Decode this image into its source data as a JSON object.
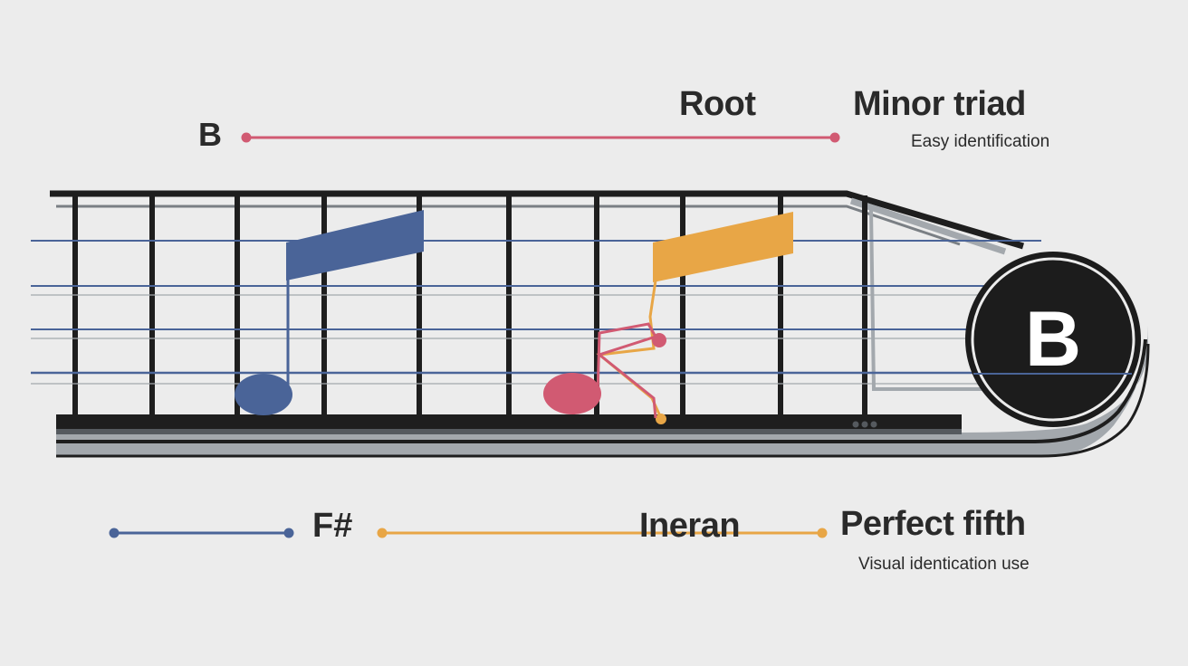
{
  "root_note": "B",
  "root_label": "Root",
  "triad_label": "Minor triad",
  "triad_note": "Easy identification",
  "fifth_note": "F#",
  "middle_label": "Ineran",
  "fifth_label": "Perfect fifth",
  "fifth_caption": "Visual identication use",
  "badge": "B",
  "colors": {
    "root": "#d15a72",
    "fifth": "#4a6498",
    "third": "#e8a646",
    "neck": "#1e1e1e",
    "badge": "#1c1c1c",
    "background": "#ececec"
  }
}
